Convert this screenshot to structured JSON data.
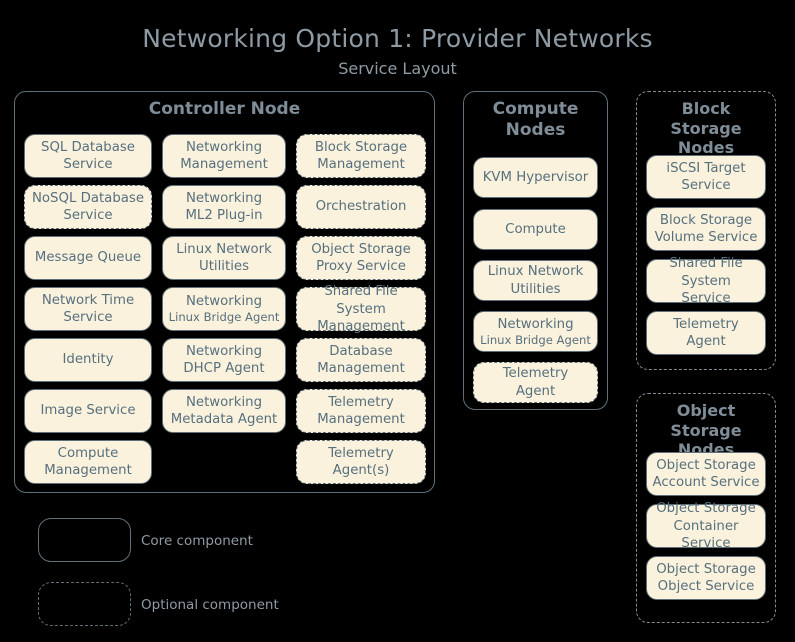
{
  "header": {
    "title": "Networking Option 1: Provider Networks",
    "subtitle": "Service Layout"
  },
  "nodes": {
    "controller": {
      "title": "Controller Node",
      "style": "core",
      "columns": [
        {
          "services": [
            {
              "line1": "SQL Database",
              "line2": "Service",
              "style": "core"
            },
            {
              "line1": "NoSQL Database",
              "line2": "Service",
              "style": "optional"
            },
            {
              "line1": "Message Queue",
              "line2": "",
              "style": "core"
            },
            {
              "line1": "Network Time",
              "line2": "Service",
              "style": "core"
            },
            {
              "line1": "Identity",
              "line2": "",
              "style": "core"
            },
            {
              "line1": "Image Service",
              "line2": "",
              "style": "core"
            },
            {
              "line1": "Compute",
              "line2": "Management",
              "style": "core"
            }
          ]
        },
        {
          "services": [
            {
              "line1": "Networking",
              "line2": "Management",
              "style": "core"
            },
            {
              "line1": "Networking",
              "line2": "ML2 Plug-in",
              "style": "core"
            },
            {
              "line1": "Linux Network",
              "line2": "Utilities",
              "style": "core"
            },
            {
              "line1": "Networking",
              "line2": "Linux Bridge Agent",
              "style": "core",
              "small2": true
            },
            {
              "line1": "Networking",
              "line2": "DHCP Agent",
              "style": "core"
            },
            {
              "line1": "Networking",
              "line2": "Metadata Agent",
              "style": "core"
            }
          ]
        },
        {
          "services": [
            {
              "line1": "Block Storage",
              "line2": "Management",
              "style": "optional"
            },
            {
              "line1": "Orchestration",
              "line2": "",
              "style": "optional"
            },
            {
              "line1": "Object Storage",
              "line2": "Proxy Service",
              "style": "optional"
            },
            {
              "line1": "Shared File System",
              "line2": "Management",
              "style": "optional"
            },
            {
              "line1": "Database",
              "line2": "Management",
              "style": "optional"
            },
            {
              "line1": "Telemetry",
              "line2": "Management",
              "style": "optional"
            },
            {
              "line1": "Telemetry",
              "line2": "Agent(s)",
              "style": "optional"
            }
          ]
        }
      ]
    },
    "compute": {
      "title": "Compute Nodes",
      "style": "core",
      "services": [
        {
          "line1": "KVM Hypervisor",
          "line2": "",
          "style": "core"
        },
        {
          "line1": "Compute",
          "line2": "",
          "style": "core"
        },
        {
          "line1": "Linux Network",
          "line2": "Utilities",
          "style": "core"
        },
        {
          "line1": "Networking",
          "line2": "Linux Bridge Agent",
          "style": "core",
          "small2": true
        },
        {
          "line1": "Telemetry",
          "line2": "Agent",
          "style": "optional"
        }
      ]
    },
    "block_storage": {
      "title": "Block Storage Nodes",
      "style": "optional",
      "services": [
        {
          "line1": "iSCSI Target",
          "line2": "Service",
          "style": "core"
        },
        {
          "line1": "Block Storage",
          "line2": "Volume Service",
          "style": "core"
        },
        {
          "line1": "Shared File System",
          "line2": "Service",
          "style": "core"
        },
        {
          "line1": "Telemetry",
          "line2": "Agent",
          "style": "core"
        }
      ]
    },
    "object_storage": {
      "title": "Object Storage Nodes",
      "style": "optional",
      "services": [
        {
          "line1": "Object Storage",
          "line2": "Account Service",
          "style": "core"
        },
        {
          "line1": "Object Storage",
          "line2": "Container Service",
          "style": "core"
        },
        {
          "line1": "Object Storage",
          "line2": "Object Service",
          "style": "core"
        }
      ]
    }
  },
  "legend": {
    "core_label": "Core component",
    "optional_label": "Optional component"
  },
  "colors": {
    "background": "#000000",
    "title_text": "#8e9ba4",
    "box_fill": "#fbf2dd",
    "box_border": "#5f7078",
    "box_text": "#57707e",
    "node_border": "#5f7078",
    "node_border_optional": "#7d8d95"
  }
}
